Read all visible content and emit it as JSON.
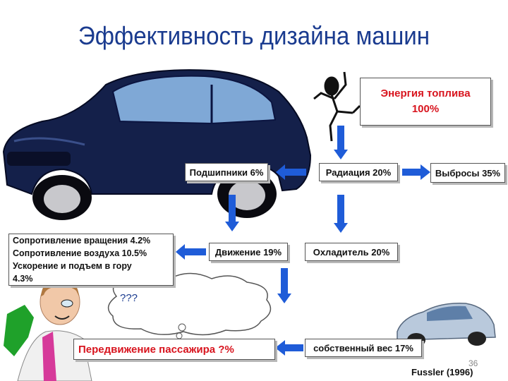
{
  "title": "Эффективность дизайна машин",
  "boxes": {
    "fuel_line1": "Энергия топлива",
    "fuel_line2": "100%",
    "bearings": "Подшипники 6%",
    "radiation": "Радиация 20%",
    "emissions": "Выбросы 35%",
    "motion": "Движение 19%",
    "cooler": "Охладитель 20%",
    "resistance": [
      "Сопротивление вращения 4.2%",
      "Сопротивление воздуха 10.5%",
      "Ускорение и подъем в гору",
      "4.3%"
    ],
    "self_weight": "собственный вес 17%",
    "passenger": "Передвижение пассажира ?%"
  },
  "thought": "???",
  "credit": "Fussler (1996)",
  "page_number": "36",
  "colors": {
    "title": "#1a3b8f",
    "arrow": "#1f5cd8",
    "red_text": "#d8141e"
  }
}
